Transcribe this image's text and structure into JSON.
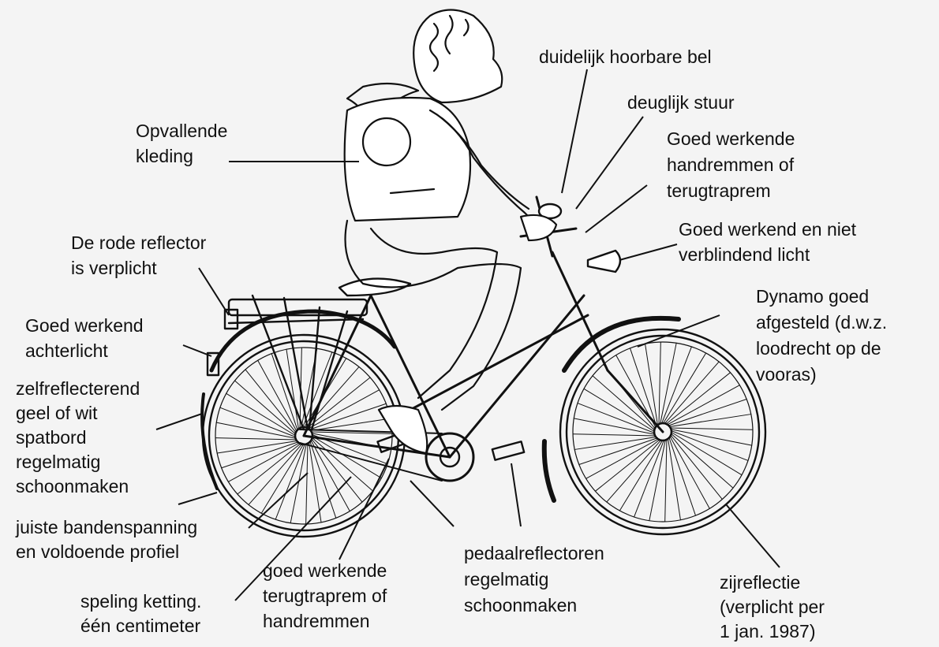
{
  "diagram": {
    "labels": {
      "bel": "duidelijk hoorbare bel",
      "stuur": "deuglijk stuur",
      "handremmen_voor": "Goed werkende\nhandremmen of\nterugtraprem",
      "licht": "Goed werkend en niet\nverblindend licht",
      "dynamo": "Dynamo goed\nafgesteld (d.w.z.\nloodrecht op de\nvooras)",
      "kleding": "Opvallende\nkleding",
      "rode_reflector": "De rode reflector\nis verplicht",
      "achterlicht": "Goed werkend\nachterlicht",
      "spatbord": "zelfreflecterend\ngeel of wit\nspatbord\nregelmatig\nschoonmaken",
      "banden": "juiste bandenspanning\nen voldoende profiel",
      "ketting": "speling ketting.\néén centimeter",
      "terugtraprem": "goed werkende\nterugtraprem of\nhandremmen",
      "pedaalreflectoren": "pedaalreflectoren\nregelmatig\nschoonmaken",
      "zijreflectie": "zijreflectie\n(verplicht per\n1 jan. 1987)"
    }
  }
}
